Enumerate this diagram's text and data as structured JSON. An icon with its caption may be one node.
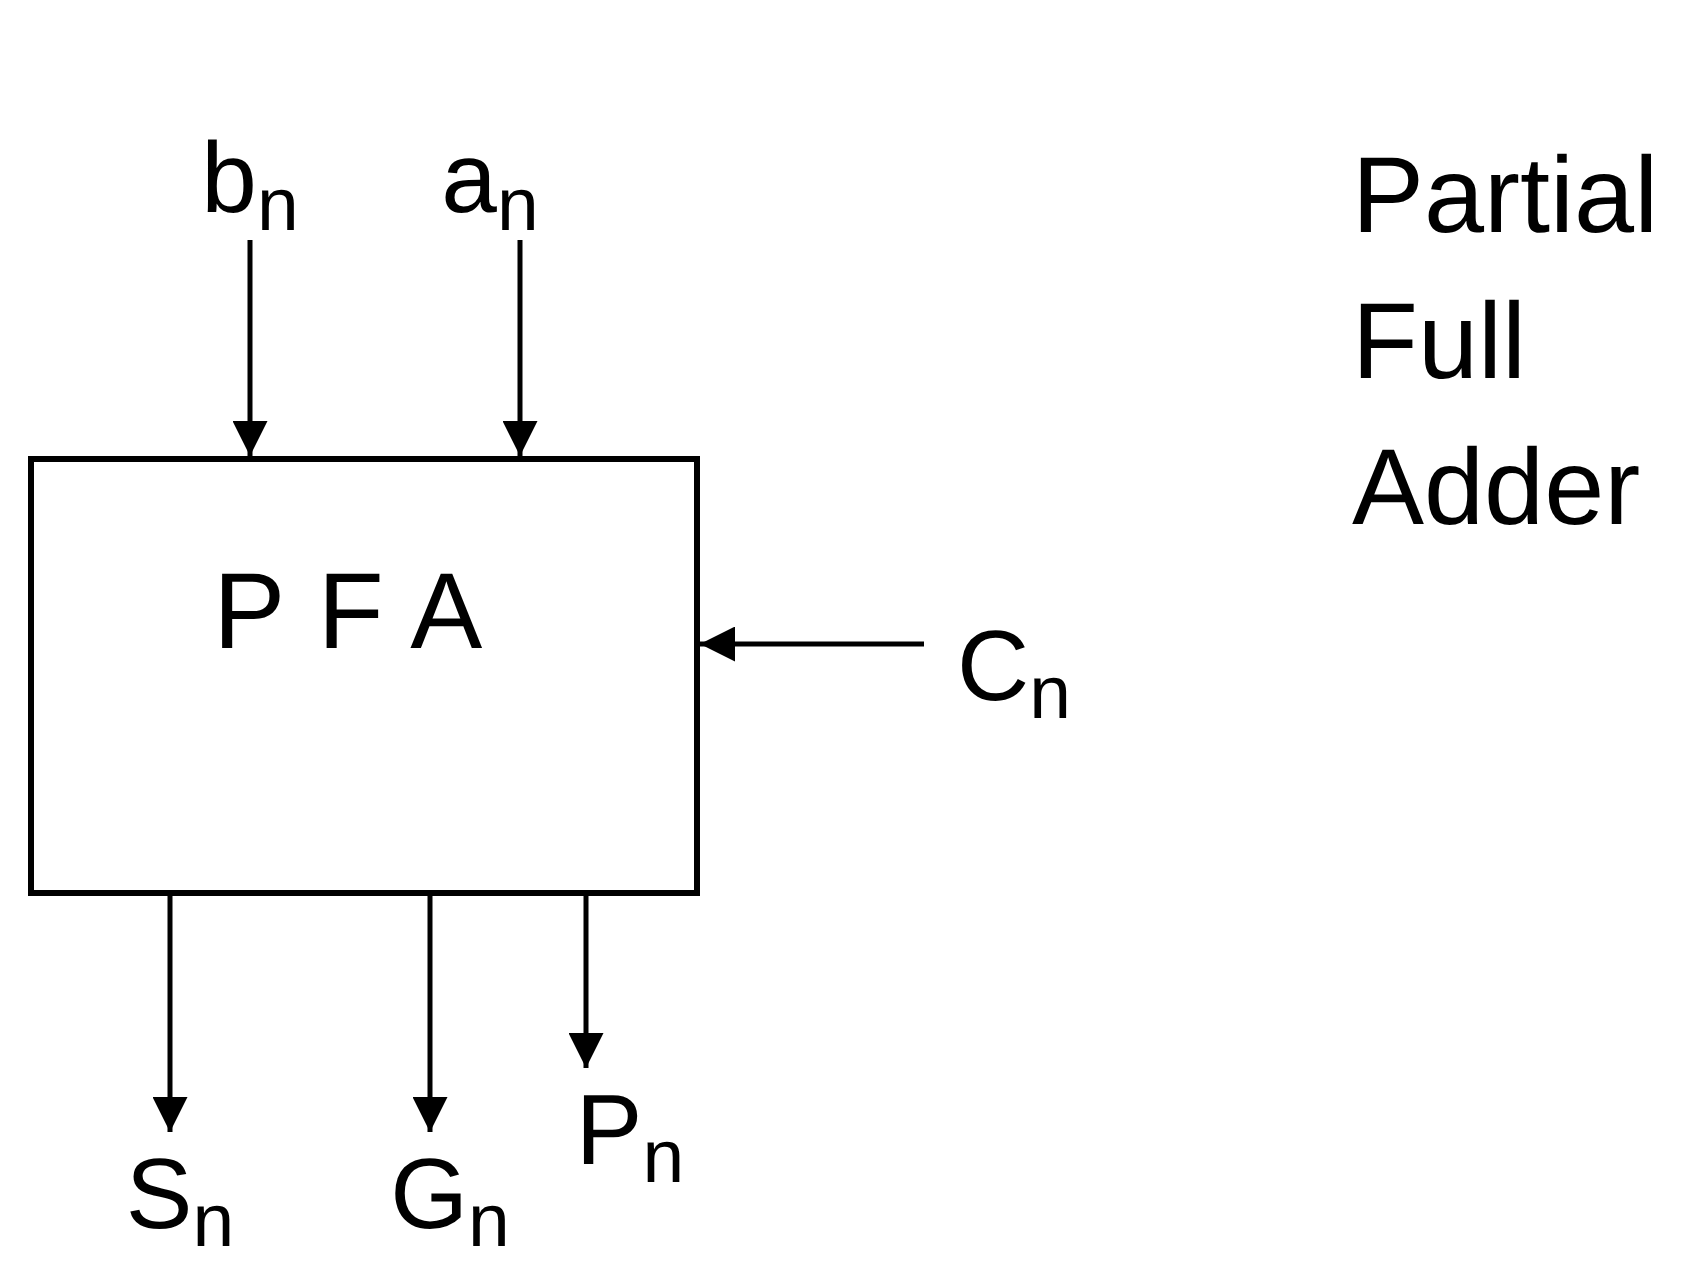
{
  "diagram": {
    "nodes": [
      {
        "text": [
          "PFA"
        ]
      },
      {
        "text": [
          "b$_{n}$"
        ]
      },
      {
        "text": [
          "a$_{n}$"
        ]
      },
      {
        "text": [
          "C$_{n}$"
        ]
      },
      {
        "text": [
          "S$_{n}$"
        ]
      },
      {
        "text": [
          "G$_{n}$"
        ]
      },
      {
        "text": [
          "P$_{n}$"
        ]
      }
    ],
    "edges": [
      {
        "from": 1,
        "to": 0,
        "arrow": "to"
      },
      {
        "from": 2,
        "to": 0,
        "arrow": "to"
      },
      {
        "from": 3,
        "to": 0,
        "arrow": "to"
      },
      {
        "from": 0,
        "to": 4,
        "arrow": "to"
      },
      {
        "from": 0,
        "to": 5,
        "arrow": "to"
      },
      {
        "from": 0,
        "to": 6,
        "arrow": "to"
      }
    ],
    "labels": [
      "Partial Full Adder"
    ]
  }
}
